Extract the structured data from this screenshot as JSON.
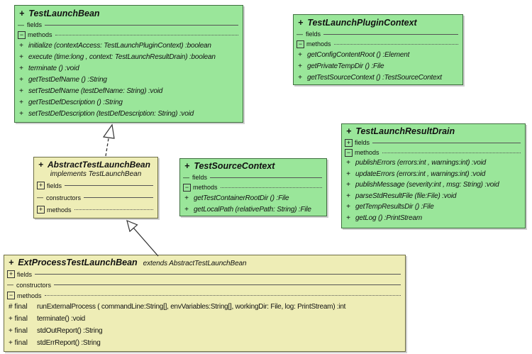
{
  "icons": {
    "collapsed": "+",
    "expanded": "−",
    "empty": "—"
  },
  "labels": {
    "fields": "fields",
    "methods": "methods",
    "constructors": "constructors"
  },
  "colors": {
    "interface_fill": "#9ae69a",
    "class_fill": "#eeedb6",
    "border": "#4a4a4a",
    "shadow": "#cfcfcf"
  },
  "relationships": [
    {
      "from": "AbstractTestLaunchBean",
      "type": "implements",
      "to": "TestLaunchBean",
      "line": "dashed",
      "head": "hollow-triangle"
    },
    {
      "from": "ExtProcessTestLaunchBean",
      "type": "extends",
      "to": "AbstractTestLaunchBean",
      "line": "solid",
      "head": "hollow-triangle"
    }
  ],
  "classes": [
    {
      "visibility": "+",
      "name": "TestLaunchBean",
      "methods": [
        {
          "prefix": "+",
          "text": "initialize (contextAccess: TestLaunchPluginContext) :boolean"
        },
        {
          "prefix": "+",
          "text": "execute (time:long , context: TestLaunchResultDrain) :boolean"
        },
        {
          "prefix": "+",
          "text": "terminate () :void"
        },
        {
          "prefix": "+",
          "text": "getTestDefName () :String"
        },
        {
          "prefix": "+",
          "text": "setTestDefName (testDefName: String) :void"
        },
        {
          "prefix": "+",
          "text": "getTestDefDescription () :String"
        },
        {
          "prefix": "+",
          "text": "setTestDefDescription (testDefDescription: String) :void"
        }
      ]
    },
    {
      "visibility": "+",
      "name": "TestLaunchPluginContext",
      "methods": [
        {
          "prefix": "+",
          "text": "getConfigContentRoot () :Element"
        },
        {
          "prefix": "+",
          "text": "getPrivateTempDir () :File"
        },
        {
          "prefix": "+",
          "text": "getTestSourceContext () :TestSourceContext"
        }
      ]
    },
    {
      "visibility": "+",
      "name": "TestLaunchResultDrain",
      "methods": [
        {
          "prefix": "+",
          "text": "publishErrors (errors:int , warnings:int) :void"
        },
        {
          "prefix": "+",
          "text": "updateErrors (errors:int , warnings:int) :void"
        },
        {
          "prefix": "+",
          "text": "publishMessage (severity:int , msg: String) :void"
        },
        {
          "prefix": "+",
          "text": "parseStdResultFile (file:File) :void"
        },
        {
          "prefix": "+",
          "text": "getTempResultsDir () :File"
        },
        {
          "prefix": "+",
          "text": "getLog () :PrintStream"
        }
      ]
    },
    {
      "visibility": "+",
      "name": "AbstractTestLaunchBean",
      "subtitle": "implements  TestLaunchBean",
      "methods": []
    },
    {
      "visibility": "+",
      "name": "TestSourceContext",
      "methods": [
        {
          "prefix": "+",
          "text": "getTestContainerRootDir () :File"
        },
        {
          "prefix": "+",
          "text": "getLocalPath (relativePath: String) :File"
        }
      ]
    },
    {
      "visibility": "+",
      "name": "ExtProcessTestLaunchBean",
      "extends_note": "extends  AbstractTestLaunchBean",
      "methods": [
        {
          "prefix": "# final",
          "text": "runExternalProcess ( commandLine:String[],  envVariables:String[],  workingDir: File,  log: PrintStream) :int"
        },
        {
          "prefix": "+ final",
          "text": "terminate() :void"
        },
        {
          "prefix": "+ final",
          "text": "stdOutReport() :String"
        },
        {
          "prefix": "+ final",
          "text": "stdErrReport() :String"
        }
      ]
    }
  ]
}
